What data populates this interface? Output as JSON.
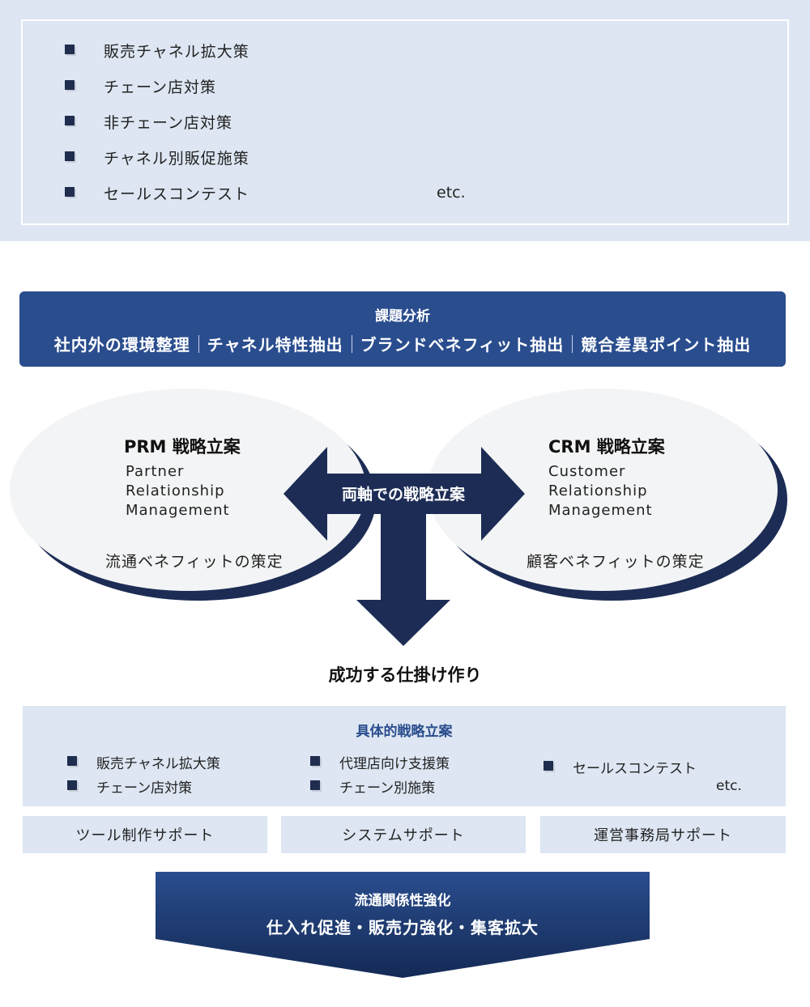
{
  "top_list": {
    "items": [
      "販売チャネル拡大策",
      "チェーン店対策",
      "非チェーン店対策",
      "チャネル別販促施策",
      "セールスコンテスト"
    ],
    "etc": "etc."
  },
  "analysis": {
    "title": "課題分析",
    "items": [
      "社内外の環境整理",
      "チャネル特性抽出",
      "ブランドベネフィット抽出",
      "競合差異ポイント抽出"
    ]
  },
  "prm": {
    "title": "PRM 戦略立案",
    "sub": [
      "Partner",
      "Relationship",
      "Management"
    ],
    "bottom": "流通ベネフィットの策定"
  },
  "crm": {
    "title": "CRM 戦略立案",
    "sub": [
      "Customer",
      "Relationship",
      "Management"
    ],
    "bottom": "顧客ベネフィットの策定"
  },
  "center": {
    "label": "両軸での戦略立案"
  },
  "success": "成功する仕掛け作り",
  "concrete": {
    "title": "具体的戦略立案",
    "items": [
      "販売チャネル拡大策",
      "チェーン店対策",
      "代理店向け支援策",
      "チェーン別施策",
      "セールスコンテスト"
    ],
    "etc": "etc."
  },
  "support": [
    "ツール制作サポート",
    "システムサポート",
    "運営事務局サポート"
  ],
  "result": {
    "title": "流通関係性強化",
    "main": "仕入れ促進・販売力強化・集客拡大"
  },
  "colors": {
    "light_band": "#dde6f2",
    "analysis_blue": "#2a4d8e",
    "navy": "#1c2c55",
    "result_top": "#2a4d8e",
    "result_bottom": "#142a55"
  }
}
